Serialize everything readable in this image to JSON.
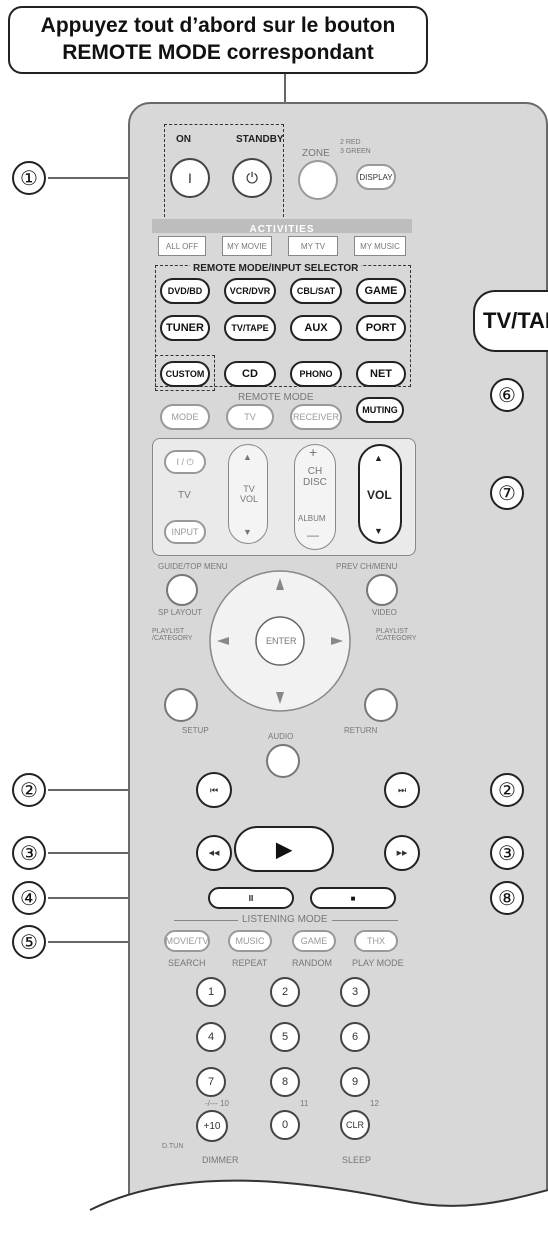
{
  "callout": {
    "line1": "Appuyez tout d’abord sur le bouton",
    "line2": "REMOTE MODE correspondant"
  },
  "top": {
    "on": "ON",
    "standby": "STANDBY",
    "on_sym": "I",
    "standby_sym": "⏻",
    "zone": "ZONE",
    "zone_red": "2 RED",
    "zone_green": "3 GREEN",
    "display": "DISPLAY"
  },
  "activities": {
    "header": "ACTIVITIES",
    "buttons": [
      "ALL OFF",
      "MY MOVIE",
      "MY TV",
      "MY MUSIC"
    ]
  },
  "selector": {
    "header": "REMOTE MODE/INPUT SELECTOR",
    "row1": [
      "DVD/BD",
      "VCR/DVR",
      "CBL/SAT",
      "GAME"
    ],
    "row2": [
      "TUNER",
      "TV/TAPE",
      "AUX",
      "PORT"
    ],
    "row3": [
      "CUSTOM",
      "CD",
      "PHONO",
      "NET"
    ]
  },
  "tv_tab": "TV/TAI",
  "remote_mode": {
    "header": "REMOTE MODE",
    "buttons": [
      "MODE",
      "TV",
      "RECEIVER"
    ],
    "muting": "MUTING"
  },
  "vol_area": {
    "power": "I / ⏻",
    "tv": "TV",
    "input": "INPUT",
    "tv_vol": "TV\nVOL",
    "plus": "+",
    "ch_disc": "CH\nDISC",
    "album": "ALBUM",
    "minus": "—",
    "vol": "VOL",
    "up": "▲",
    "down": "▼"
  },
  "nav": {
    "guide": "GUIDE/TOP MENU",
    "prev": "PREV CH/MENU",
    "sp_layout": "SP LAYOUT",
    "video": "VIDEO",
    "playlist_l": "PLAYLIST\n/CATEGORY",
    "playlist_r": "PLAYLIST\n/CATEGORY",
    "enter": "ENTER",
    "setup": "SETUP",
    "return": "RETURN",
    "audio": "AUDIO"
  },
  "transport": {
    "prev": "⏮",
    "next": "⏭",
    "rew": "◀◀",
    "ff": "▶▶",
    "play": "▶",
    "pause": "II",
    "stop": "■"
  },
  "listening": {
    "header": "LISTENING MODE",
    "buttons": [
      "MOVIE/TV",
      "MUSIC",
      "GAME",
      "THX"
    ],
    "subs": [
      "SEARCH",
      "REPEAT",
      "RANDOM",
      "PLAY MODE"
    ]
  },
  "keypad": {
    "keys": [
      "1",
      "2",
      "3",
      "4",
      "5",
      "6",
      "7",
      "8",
      "9",
      "+10",
      "0",
      "CLR"
    ],
    "sub10": "-/--- 10",
    "sub11": "11",
    "sub12": "12",
    "dtun": "D.TUN",
    "dimmer": "DIMMER",
    "sleep": "SLEEP"
  },
  "numbers": [
    "①",
    "②",
    "③",
    "④",
    "⑤",
    "⑥",
    "⑦",
    "②",
    "③",
    "⑧"
  ]
}
